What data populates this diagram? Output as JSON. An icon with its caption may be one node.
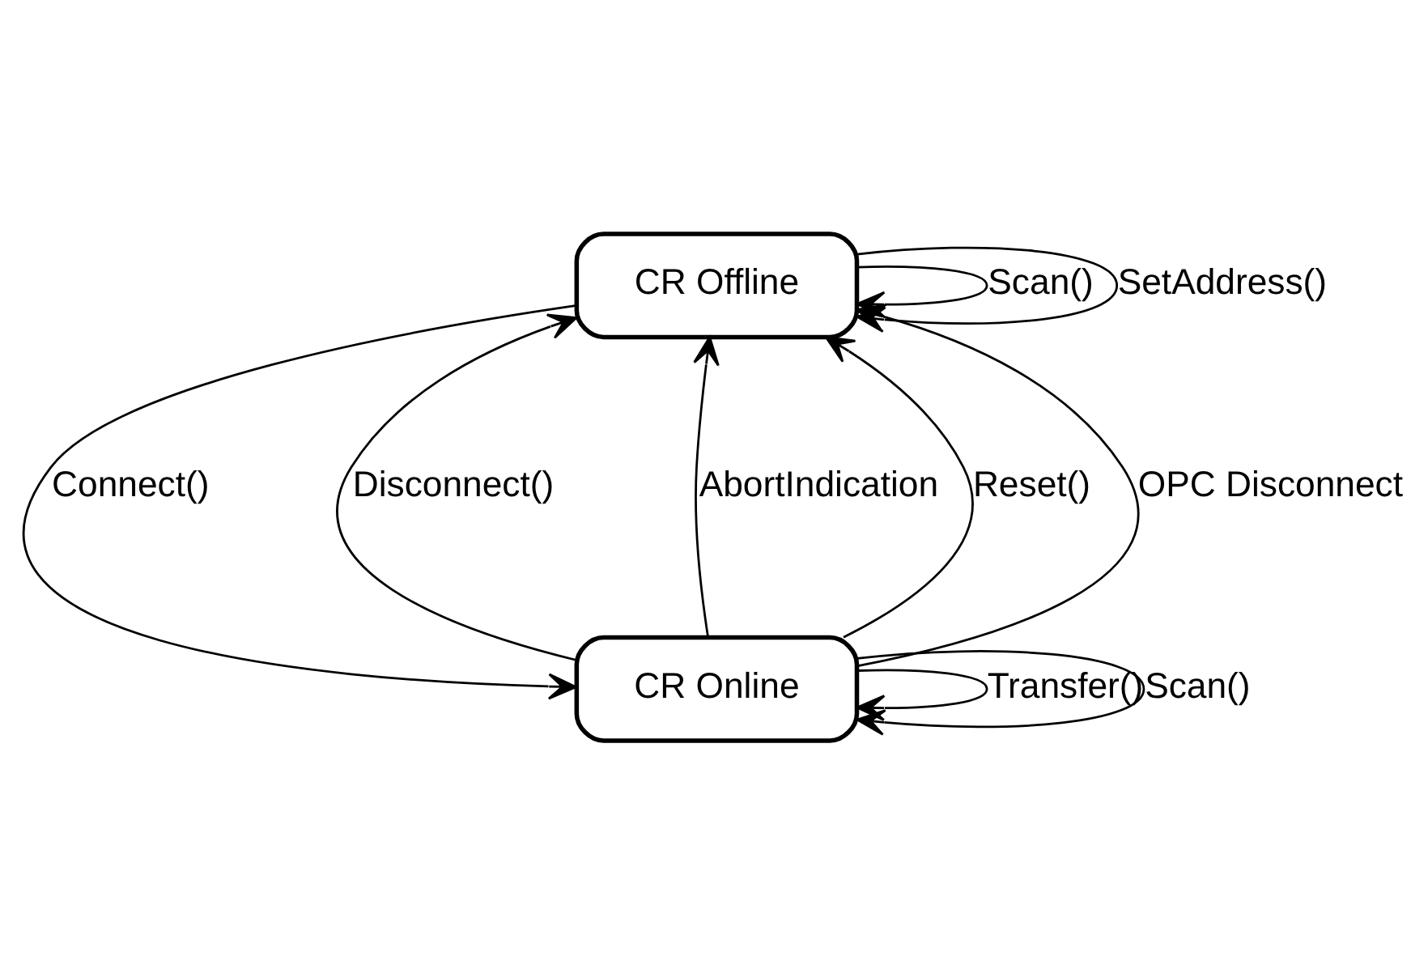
{
  "diagram": {
    "nodes": [
      {
        "text": [
          "CR Offline"
        ]
      },
      {
        "text": [
          "CR Online"
        ]
      }
    ],
    "edges": [
      {
        "from": 0,
        "to": 0,
        "arrow": "to",
        "label": "Scan()"
      },
      {
        "from": 0,
        "to": 0,
        "arrow": "to",
        "label": "SetAddress()"
      },
      {
        "from": 0,
        "to": 1,
        "arrow": "to",
        "label": "Connect()"
      },
      {
        "from": 1,
        "to": 0,
        "arrow": "to",
        "label": "Disconnect()"
      },
      {
        "from": 1,
        "to": 0,
        "arrow": "to",
        "label": "AbortIndication"
      },
      {
        "from": 1,
        "to": 0,
        "arrow": "to",
        "label": "Reset()"
      },
      {
        "from": 1,
        "to": 0,
        "arrow": "to",
        "label": "OPC Disconnect"
      },
      {
        "from": 1,
        "to": 1,
        "arrow": "to",
        "label": "Transfer()"
      },
      {
        "from": 1,
        "to": 1,
        "arrow": "to",
        "label": "Scan()"
      }
    ]
  }
}
